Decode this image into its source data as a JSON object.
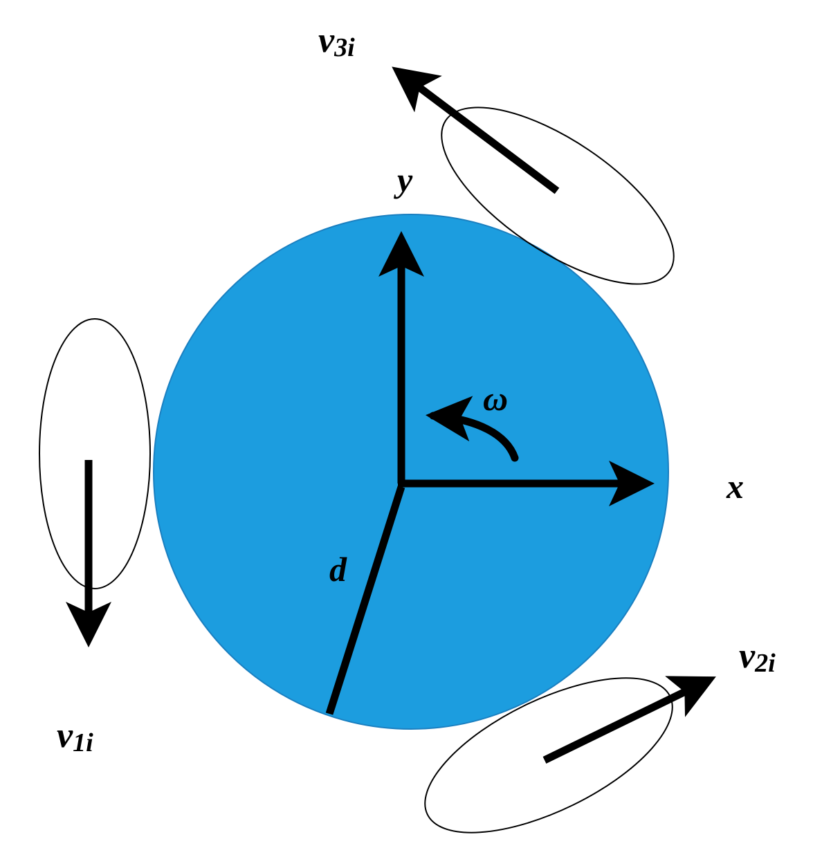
{
  "diagram": {
    "labels": {
      "y_axis": "y",
      "x_axis": "x",
      "omega": "ω",
      "radius": "d",
      "v1": {
        "base": "v",
        "sub": "1i"
      },
      "v2": {
        "base": "v",
        "sub": "2i"
      },
      "v3": {
        "base": "v",
        "sub": "3i"
      }
    },
    "colors": {
      "body_fill": "#1c9ddf",
      "body_stroke": "#1a7fc0",
      "ink": "#000000",
      "background": "#ffffff"
    }
  }
}
